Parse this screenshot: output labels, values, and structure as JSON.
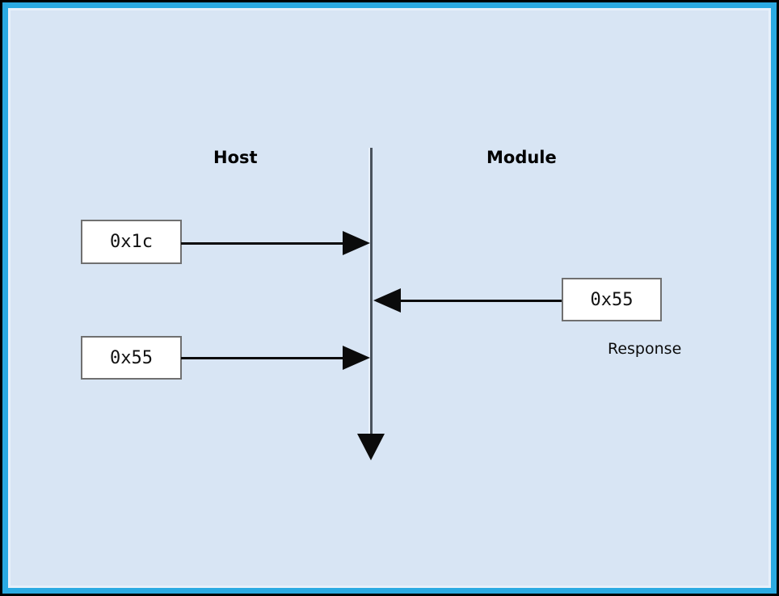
{
  "diagram": {
    "type": "sequence-diagram",
    "left_column_title": "Host",
    "right_column_title": "Module",
    "messages": [
      {
        "value": "0x1c",
        "from": "host",
        "to": "module",
        "label": ""
      },
      {
        "value": "0x55",
        "from": "module",
        "to": "host",
        "label": "Response"
      },
      {
        "value": "0x55",
        "from": "host",
        "to": "module",
        "label": ""
      }
    ]
  },
  "colors": {
    "outer_border": "#000000",
    "frame_blue": "#2BAAE2",
    "inner_edge": "#E7F0FA",
    "panel_background": "#D8E5F4",
    "timeline_gray": "#49525C",
    "arrow_black": "#0B0B0B",
    "box_border": "#707070",
    "box_fill": "#FFFFFF",
    "text": "#000000"
  }
}
